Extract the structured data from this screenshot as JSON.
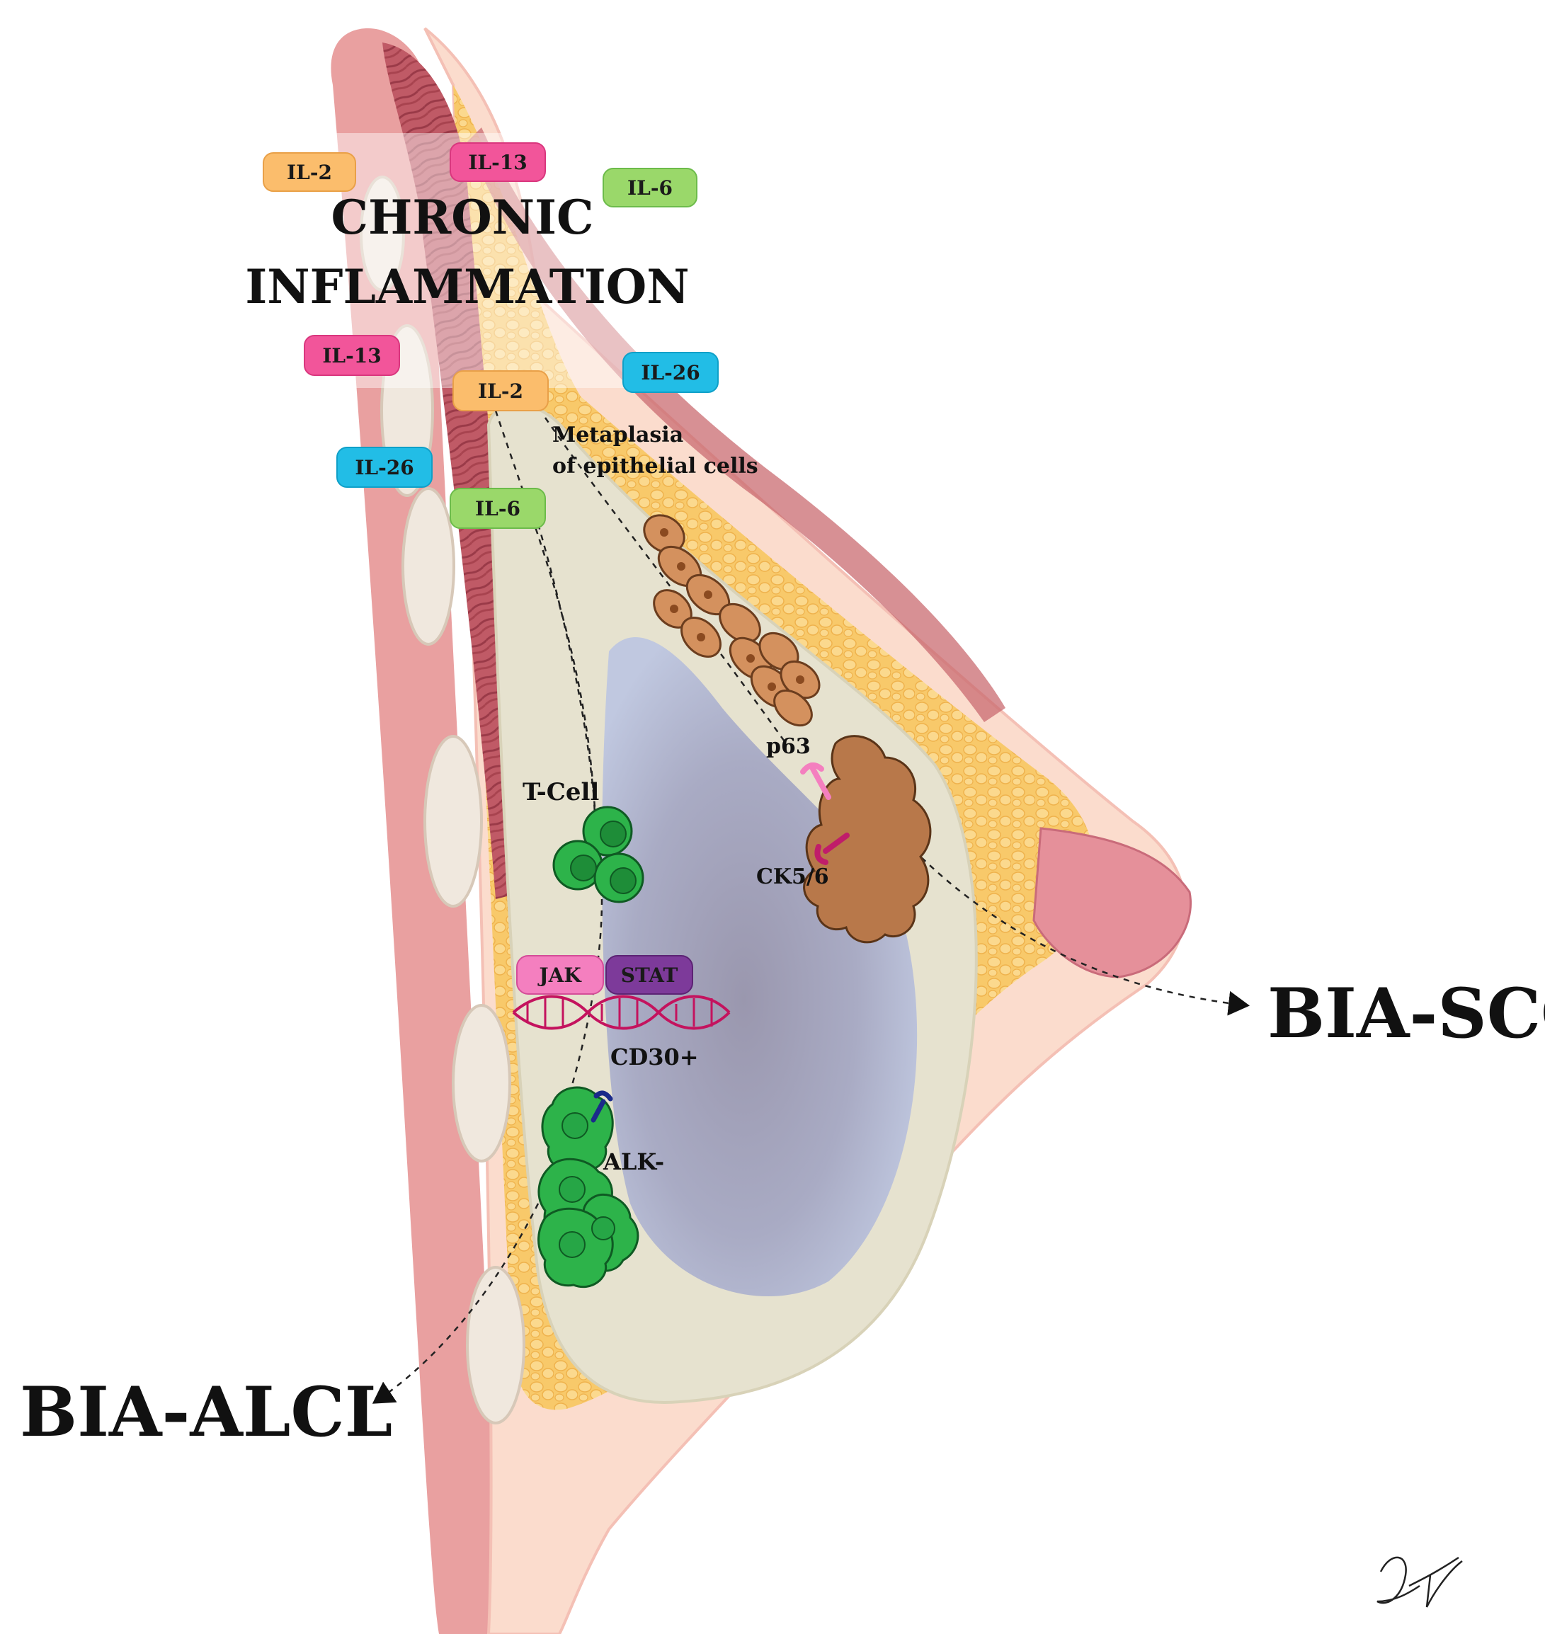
{
  "heading": {
    "line1": "CHRONIC",
    "line2": "INFLAMMATION"
  },
  "cytokines": [
    {
      "id": "il2-top",
      "label": "IL-2",
      "color": "#fbbd6c"
    },
    {
      "id": "il13-top",
      "label": "IL-13",
      "color": "#f2559a"
    },
    {
      "id": "il6-top",
      "label": "IL-6",
      "color": "#9ad86a"
    },
    {
      "id": "il13-mid",
      "label": "IL-13",
      "color": "#f2559a"
    },
    {
      "id": "il26-right",
      "label": "IL-26",
      "color": "#22bde6"
    },
    {
      "id": "il2-mid",
      "label": "IL-2",
      "color": "#fbbd6c"
    },
    {
      "id": "il26-left",
      "label": "IL-26",
      "color": "#22bde6"
    },
    {
      "id": "il6-low",
      "label": "IL-6",
      "color": "#9ad86a"
    }
  ],
  "labels": {
    "metaplasia_line1": "Metaplasia",
    "metaplasia_line2": "of epithelial cells",
    "p63": "p63",
    "ck56": "CK5/6",
    "tcell": "T-Cell",
    "cd30": "CD30+",
    "alk": "ALK-",
    "bia_scc": "BIA-SCC",
    "bia_alcl": "BIA-ALCL",
    "signature": "LV"
  },
  "pathway": {
    "jak": {
      "label": "JAK",
      "color": "#f47fbf"
    },
    "stat": {
      "label": "STAT",
      "color": "#7d3a9a"
    }
  },
  "colors": {
    "skin": "#fbdccd",
    "muscle": "#b84a5a",
    "fat": "#f8c96a",
    "capsule": "#e6e2cf",
    "implant": "#b3b9d3",
    "rib_bone": "#f0e8de",
    "tcell": "#2db34a",
    "scc_tumor": "#b8784a",
    "epithelial": "#d4915e"
  }
}
